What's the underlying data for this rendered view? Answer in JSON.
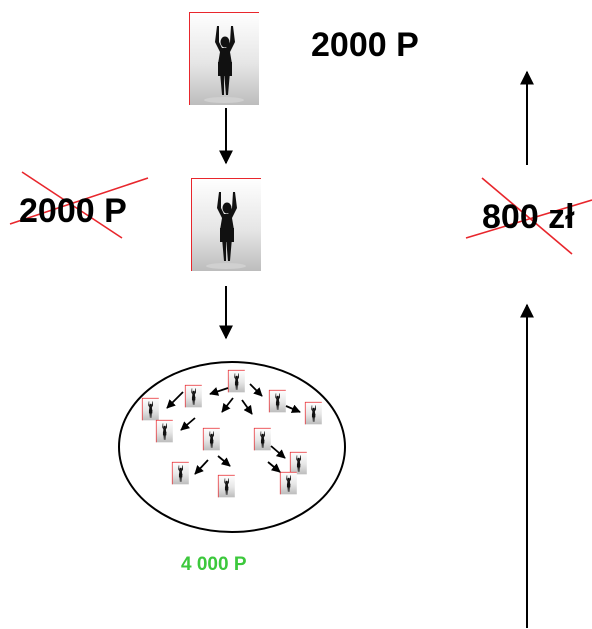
{
  "labels": {
    "top_price": "2000 P",
    "crossed_price_left": "2000 P",
    "crossed_price_right": "800 zł",
    "result_price": "4 000 P"
  },
  "colors": {
    "cross": "#e8262c",
    "result_text": "#3cc83c",
    "photo_border": "#e8262c"
  },
  "icons": {
    "person": "person-arms-raised-icon"
  }
}
